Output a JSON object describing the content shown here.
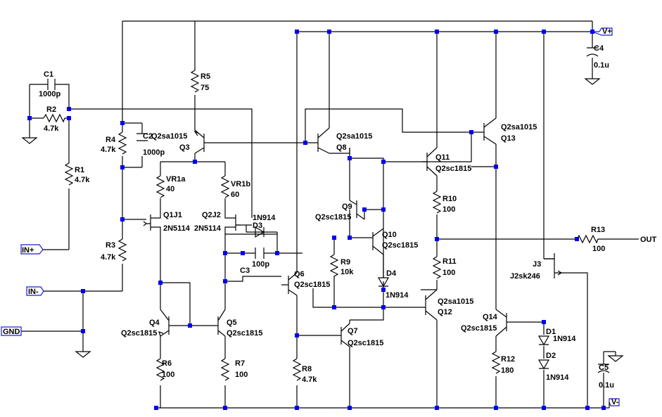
{
  "schematic": {
    "components": [
      {
        "id": "C1",
        "value": "1000p"
      },
      {
        "id": "R2",
        "value": "4.7k"
      },
      {
        "id": "R1",
        "value": "4.7k"
      },
      {
        "id": "R4",
        "value": "4.7k"
      },
      {
        "id": "C2",
        "value": "1000p"
      },
      {
        "id": "R5",
        "value": "75"
      },
      {
        "id": "Q3",
        "value": "Q2sa1015"
      },
      {
        "id": "VR1a",
        "value": "40"
      },
      {
        "id": "VR1b",
        "value": "60"
      },
      {
        "id": "Q1J1",
        "value": "2N5114"
      },
      {
        "id": "Q2J2",
        "value": "2N5114"
      },
      {
        "id": "D3",
        "value": "1N914"
      },
      {
        "id": "C3",
        "value": "100p"
      },
      {
        "id": "R3",
        "value": "4.7k"
      },
      {
        "id": "Q4",
        "value": "Q2sc1815"
      },
      {
        "id": "Q5",
        "value": "Q2sc1815"
      },
      {
        "id": "R6",
        "value": "100"
      },
      {
        "id": "R7",
        "value": "100"
      },
      {
        "id": "Q6",
        "value": "Q2sc1815"
      },
      {
        "id": "R8",
        "value": "4.7k"
      },
      {
        "id": "Q7",
        "value": "Q2sc1815"
      },
      {
        "id": "Q8",
        "value": "Q2sa1015"
      },
      {
        "id": "Q9",
        "value": "Q2sc1815"
      },
      {
        "id": "R9",
        "value": "10k"
      },
      {
        "id": "Q10",
        "value": "Q2sc1815"
      },
      {
        "id": "D4",
        "value": "1N914"
      },
      {
        "id": "Q11",
        "value": "Q2sc1815"
      },
      {
        "id": "R10",
        "value": "100"
      },
      {
        "id": "R11",
        "value": "100"
      },
      {
        "id": "Q12",
        "value": "Q2sa1015"
      },
      {
        "id": "Q13",
        "value": "Q2sa1015"
      },
      {
        "id": "Q14",
        "value": "Q2sc1815"
      },
      {
        "id": "R12",
        "value": "180"
      },
      {
        "id": "J3",
        "value": "J2sk246"
      },
      {
        "id": "D1",
        "value": "1N914"
      },
      {
        "id": "D2",
        "value": "1N914"
      },
      {
        "id": "R13",
        "value": "100"
      },
      {
        "id": "C4",
        "value": "0.1u"
      },
      {
        "id": "C5",
        "value": "0.1u"
      }
    ],
    "ports": {
      "vplus": "V+",
      "vminus": "V-",
      "inplus": "IN+",
      "inminus": "IN-",
      "gnd": "GND",
      "out": "OUT"
    }
  }
}
